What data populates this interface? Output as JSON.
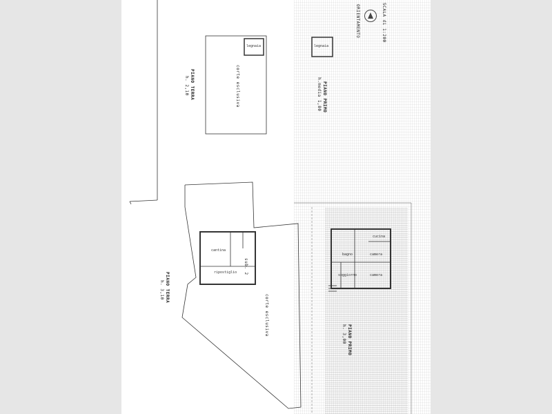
{
  "document": {
    "ground_floor_annex": {
      "title": "PIANO TERRA",
      "height": "h. 2,10",
      "yard": "corte esclusiva",
      "room": "legnaia"
    },
    "first_floor_annex": {
      "title": "PIANO PRIMO",
      "height": "h.media 1,80",
      "room": "legnaia"
    },
    "ground_floor_main": {
      "title": "PIANO TERRA",
      "height": "h. 3,10",
      "yard": "corte esclusiva",
      "sub": "sub. 2",
      "rooms": [
        "cantina",
        "ripostiglio"
      ]
    },
    "first_floor_main": {
      "title": "PIANO PRIMO",
      "height": "h. 3,00",
      "rooms": [
        "cucina",
        "camera",
        "bagno",
        "camera",
        "soggiorno"
      ]
    },
    "orientation_label": "ORIENTAMENTO",
    "scale": "SCALA di 1:200"
  }
}
